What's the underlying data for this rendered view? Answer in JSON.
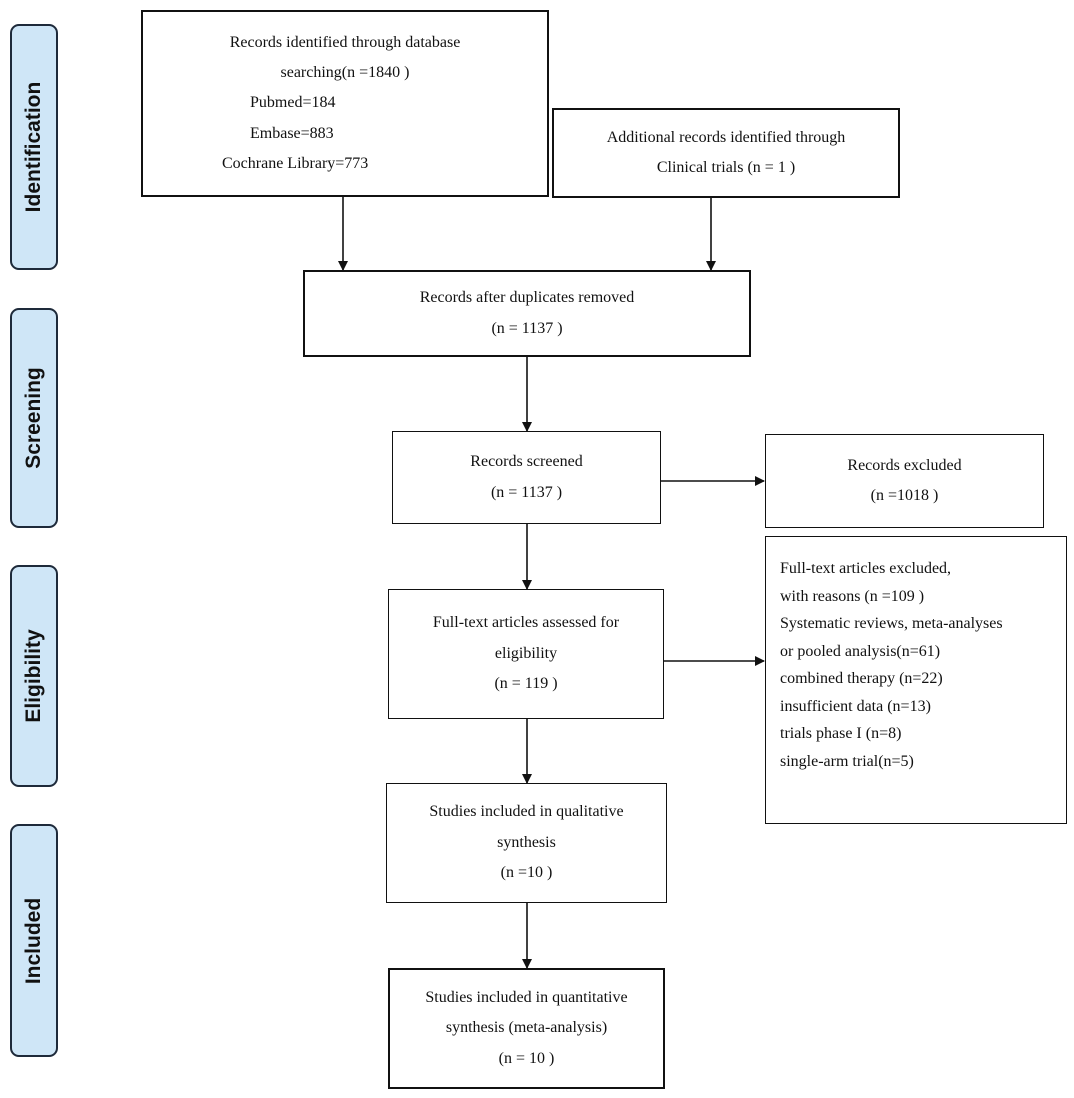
{
  "stages": [
    "Identification",
    "Screening",
    "Eligibility",
    "Included"
  ],
  "boxes": {
    "database": {
      "lines": [
        "Records identified through database",
        "searching(n =1840 )",
        "Pubmed=184",
        "Embase=883",
        "Cochrane Library=773"
      ]
    },
    "additional": {
      "lines": [
        "Additional records identified through",
        "Clinical trials (n = 1 )"
      ]
    },
    "duplicates": {
      "lines": [
        "Records after duplicates removed",
        "(n = 1137 )"
      ]
    },
    "screened": {
      "lines": [
        "Records screened",
        "(n = 1137 )"
      ]
    },
    "excluded": {
      "lines": [
        "Records excluded",
        "(n =1018 )"
      ]
    },
    "fulltext": {
      "lines": [
        "Full-text articles assessed for",
        "eligibility",
        "(n = 119 )"
      ]
    },
    "fulltext_excluded": {
      "lines": [
        "Full-text articles excluded,",
        "with reasons (n =109 )",
        "Systematic reviews, meta-analyses",
        "or pooled analysis(n=61)",
        "combined therapy (n=22)",
        "insufficient data (n=13)",
        "trials phase I (n=8)",
        "single-arm trial(n=5)"
      ]
    },
    "qualitative": {
      "lines": [
        "Studies included in qualitative",
        "synthesis",
        "(n =10 )"
      ]
    },
    "quantitative": {
      "lines": [
        "Studies included in quantitative",
        "synthesis (meta-analysis)",
        "(n = 10 )"
      ]
    }
  }
}
